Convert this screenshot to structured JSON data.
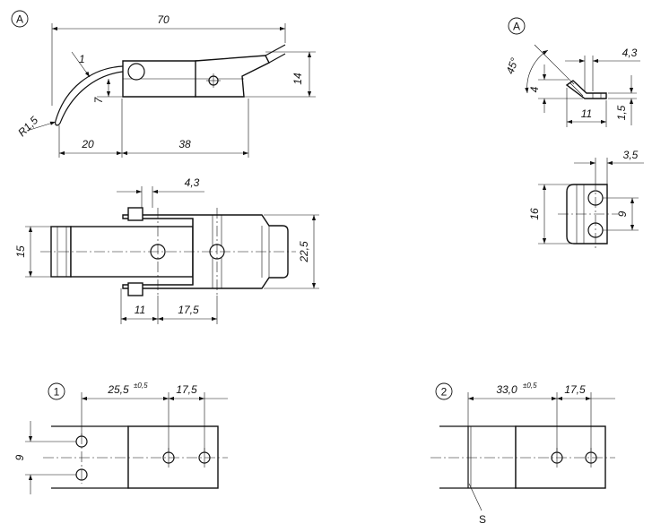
{
  "views": {
    "side": {
      "marker": "A",
      "dims": {
        "length": "70",
        "height": "14",
        "small": "1",
        "hook_height": "7",
        "radius": "R1,5",
        "hook_length": "20",
        "base_length": "38"
      }
    },
    "detail_a": {
      "marker": "A",
      "dims": {
        "angle": "45°",
        "hole_dia": "4,3",
        "height": "4",
        "length": "11",
        "thickness": "1,5"
      }
    },
    "top": {
      "dims": {
        "hole_dia": "4,3",
        "width": "15",
        "overall_width": "22,5",
        "offset": "11",
        "spacing": "17,5"
      }
    },
    "keeper": {
      "dims": {
        "width_a": "3,5",
        "height": "16",
        "spacing": "9"
      }
    },
    "pattern_1": {
      "marker": "1",
      "dims": {
        "distance": "25,5",
        "tolerance": "±0,5",
        "spacing": "17,5",
        "hole_spacing": "9"
      }
    },
    "pattern_2": {
      "marker": "2",
      "dims": {
        "distance": "33,0",
        "tolerance": "±0,5",
        "spacing": "17,5"
      },
      "label": "S"
    }
  }
}
